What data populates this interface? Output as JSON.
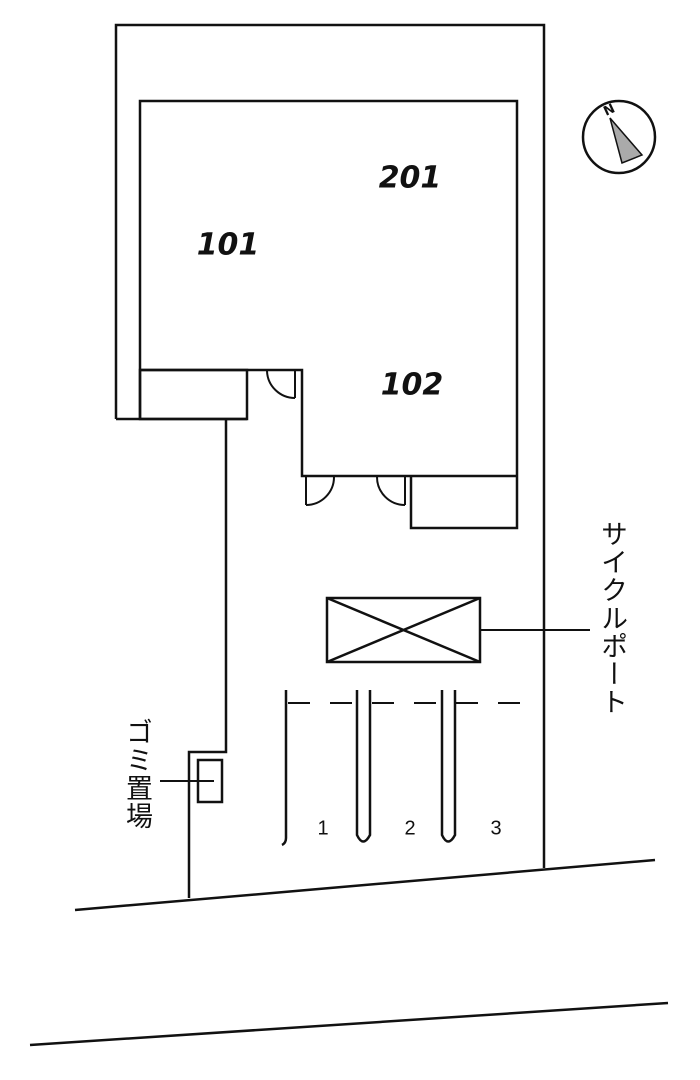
{
  "units": {
    "u201": "201",
    "u101": "101",
    "u102": "102"
  },
  "labels": {
    "cycle_port": "サイクルポート",
    "garbage": "ゴミ置場"
  },
  "parking": [
    "1",
    "2",
    "3"
  ],
  "compass": {
    "label": "N"
  }
}
